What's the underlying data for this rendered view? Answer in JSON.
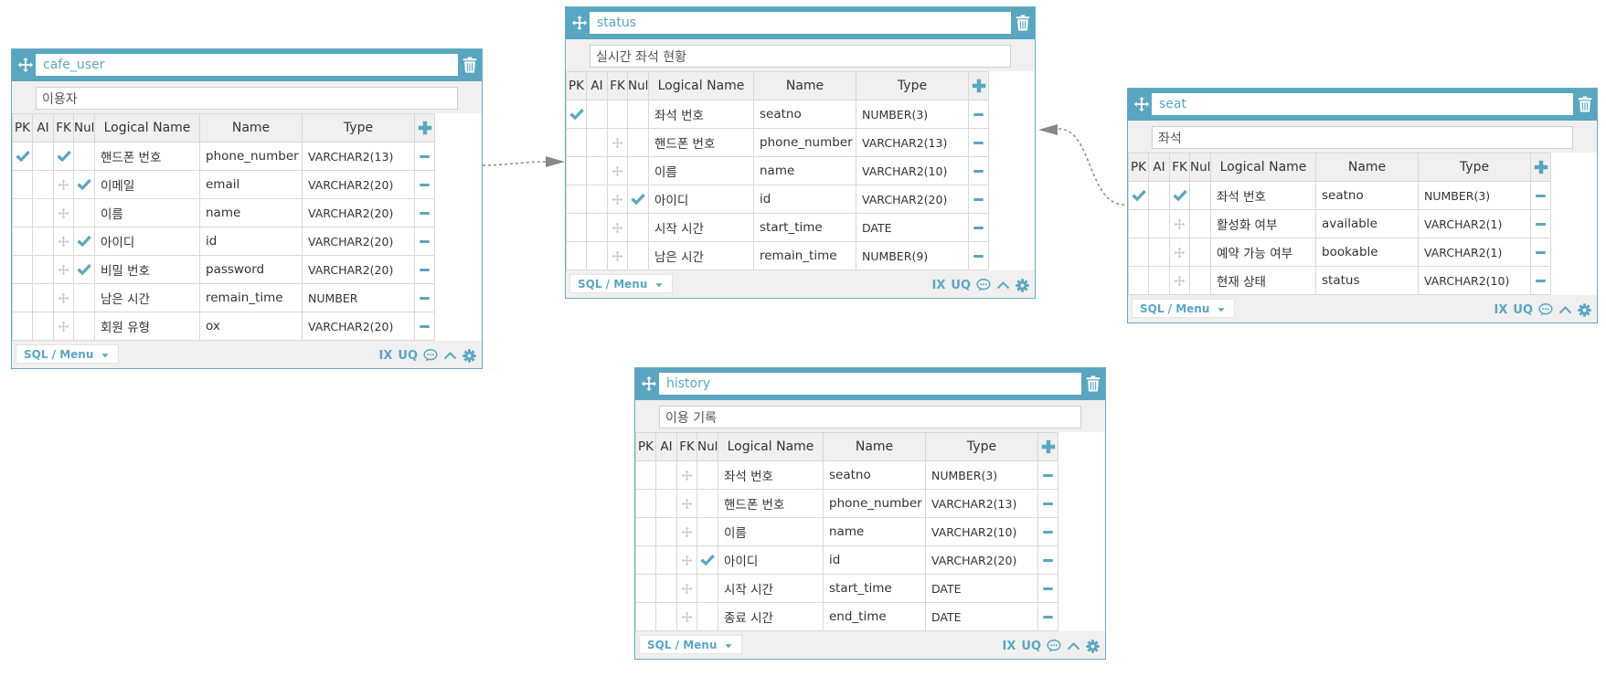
{
  "colors": {
    "accent": "#5aa6c0",
    "header_bg": "#f0f0f0"
  },
  "header_labels": {
    "pk": "PK",
    "ai": "AI",
    "fk": "FK",
    "null": "Null",
    "logical": "Logical Name",
    "name": "Name",
    "type": "Type"
  },
  "footer_labels": {
    "sql_menu": "SQL / Menu",
    "ix": "IX",
    "uq": "UQ"
  },
  "icons": {
    "move": "move-icon",
    "delete": "trash-icon",
    "add": "plus-icon",
    "remove": "minus-icon",
    "check": "check-icon",
    "comment": "speech-bubble-icon",
    "collapse": "chevron-up-icon",
    "settings": "gear-icon",
    "dropdown": "caret-down-icon"
  },
  "entities": [
    {
      "name": "cafe_user",
      "comment": "이용자",
      "columns": [
        {
          "logical": "핸드폰 번호",
          "name": "phone_number",
          "type": "VARCHAR2(13)",
          "pk": true,
          "fk": true,
          "notnull": false
        },
        {
          "logical": "이메일",
          "name": "email",
          "type": "VARCHAR2(20)",
          "pk": false,
          "fk": false,
          "notnull": true
        },
        {
          "logical": "이름",
          "name": "name",
          "type": "VARCHAR2(20)",
          "pk": false,
          "fk": false,
          "notnull": false
        },
        {
          "logical": "아이디",
          "name": "id",
          "type": "VARCHAR2(20)",
          "pk": false,
          "fk": false,
          "notnull": true
        },
        {
          "logical": "비밀 번호",
          "name": "password",
          "type": "VARCHAR2(20)",
          "pk": false,
          "fk": false,
          "notnull": true
        },
        {
          "logical": "남은 시간",
          "name": "remain_time",
          "type": "NUMBER",
          "pk": false,
          "fk": false,
          "notnull": false
        },
        {
          "logical": "회원 유형",
          "name": "ox",
          "type": "VARCHAR2(20)",
          "pk": false,
          "fk": false,
          "notnull": false
        }
      ]
    },
    {
      "name": "status",
      "comment": "실시간 좌석 현황",
      "columns": [
        {
          "logical": "좌석 번호",
          "name": "seatno",
          "type": "NUMBER(3)",
          "pk": true,
          "fk": false,
          "notnull": false
        },
        {
          "logical": "핸드폰 번호",
          "name": "phone_number",
          "type": "VARCHAR2(13)",
          "pk": false,
          "fk": false,
          "notnull": false
        },
        {
          "logical": "이름",
          "name": "name",
          "type": "VARCHAR2(10)",
          "pk": false,
          "fk": false,
          "notnull": false
        },
        {
          "logical": "아이디",
          "name": "id",
          "type": "VARCHAR2(20)",
          "pk": false,
          "fk": false,
          "notnull": true
        },
        {
          "logical": "시작 시간",
          "name": "start_time",
          "type": "DATE",
          "pk": false,
          "fk": false,
          "notnull": false
        },
        {
          "logical": "남은 시간",
          "name": "remain_time",
          "type": "NUMBER(9)",
          "pk": false,
          "fk": false,
          "notnull": false
        }
      ]
    },
    {
      "name": "seat",
      "comment": "좌석",
      "columns": [
        {
          "logical": "좌석 번호",
          "name": "seatno",
          "type": "NUMBER(3)",
          "pk": true,
          "fk": true,
          "notnull": false
        },
        {
          "logical": "활성화 여부",
          "name": "available",
          "type": "VARCHAR2(1)",
          "pk": false,
          "fk": false,
          "notnull": false
        },
        {
          "logical": "예약 가능 여부",
          "name": "bookable",
          "type": "VARCHAR2(1)",
          "pk": false,
          "fk": false,
          "notnull": false
        },
        {
          "logical": "현재 상태",
          "name": "status",
          "type": "VARCHAR2(10)",
          "pk": false,
          "fk": false,
          "notnull": false
        }
      ]
    },
    {
      "name": "history",
      "comment": "이용 기록",
      "columns": [
        {
          "logical": "좌석 번호",
          "name": "seatno",
          "type": "NUMBER(3)",
          "pk": false,
          "fk": false,
          "notnull": false
        },
        {
          "logical": "핸드폰 번호",
          "name": "phone_number",
          "type": "VARCHAR2(13)",
          "pk": false,
          "fk": false,
          "notnull": false
        },
        {
          "logical": "이름",
          "name": "name",
          "type": "VARCHAR2(10)",
          "pk": false,
          "fk": false,
          "notnull": false
        },
        {
          "logical": "아이디",
          "name": "id",
          "type": "VARCHAR2(20)",
          "pk": false,
          "fk": false,
          "notnull": true
        },
        {
          "logical": "시작 시간",
          "name": "start_time",
          "type": "DATE",
          "pk": false,
          "fk": false,
          "notnull": false
        },
        {
          "logical": "종료 시간",
          "name": "end_time",
          "type": "DATE",
          "pk": false,
          "fk": false,
          "notnull": false
        }
      ]
    }
  ],
  "relations": [
    {
      "from": "cafe_user",
      "to": "status"
    },
    {
      "from": "seat",
      "to": "status"
    }
  ]
}
